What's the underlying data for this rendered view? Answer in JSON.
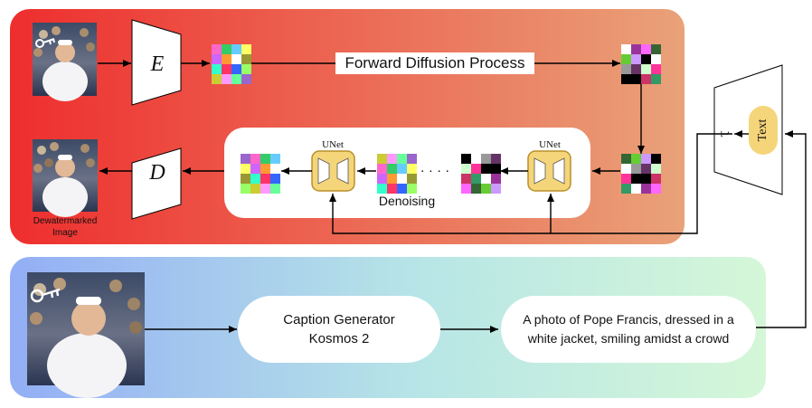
{
  "top_panel": {
    "encoder_label": "E",
    "decoder_label": "D",
    "forward_label": "Forward Diffusion Process",
    "denoising_label": "Denoising",
    "unet_label": "UNet",
    "dots": "· · · ·",
    "output_caption_line1": "Dewatermarked",
    "output_caption_line2": "Image",
    "tau_label": "τ",
    "text_label": "Text",
    "gradient_start": "#ee2e2e",
    "gradient_end": "#e9a279"
  },
  "bottom_panel": {
    "caption_generator_line1": "Caption Generator",
    "caption_generator_line2": "Kosmos 2",
    "caption_line1": "A photo of Pope Francis, dressed in a",
    "caption_line2": "white jacket, smiling amidst a crowd",
    "gradient_start": "#93aef5",
    "gradient_end": "#d5f7d8"
  },
  "colors": {
    "unet_fill": "#f5d57a",
    "unet_stroke": "#b8902a",
    "key_icon": "#ffffff"
  }
}
